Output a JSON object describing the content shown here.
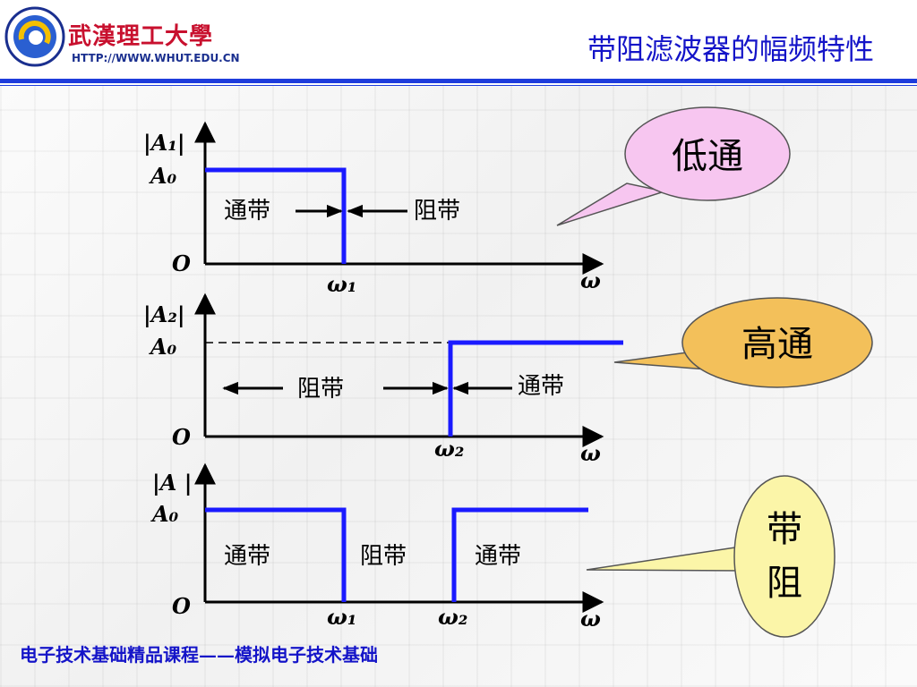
{
  "header": {
    "logo_text": "武漢理工大學",
    "logo_url": "HTTP://WWW.WHUT.EDU.CN",
    "title": "带阻滤波器的幅频特性"
  },
  "plots": [
    {
      "y_label": "|A₁|",
      "a0_label": "A₀",
      "origin_label": "O",
      "x_label": "ω",
      "tick_labels": [
        "ω₁"
      ],
      "band_labels": [
        "通带",
        "阻带"
      ],
      "callout": "低通"
    },
    {
      "y_label": "|A₂|",
      "a0_label": "A₀",
      "origin_label": "O",
      "x_label": "ω",
      "tick_labels": [
        "ω₂"
      ],
      "band_labels": [
        "阻带",
        "通带"
      ],
      "callout": "高通"
    },
    {
      "y_label": "|A |",
      "a0_label": "A₀",
      "origin_label": "O",
      "x_label": "ω",
      "tick_labels": [
        "ω₁",
        "ω₂"
      ],
      "band_labels": [
        "通带",
        "阻带",
        "通带"
      ],
      "callout": [
        "带",
        "阻"
      ]
    }
  ],
  "colors": {
    "curve": "#1a1aff",
    "title": "#1414c8",
    "callout_lowpass": "#f7c6f0",
    "callout_highpass": "#f3c05a",
    "callout_bandstop": "#fbf5a8"
  },
  "footer": {
    "text": "电子技术基础精品课程——模拟电子技术基础"
  }
}
